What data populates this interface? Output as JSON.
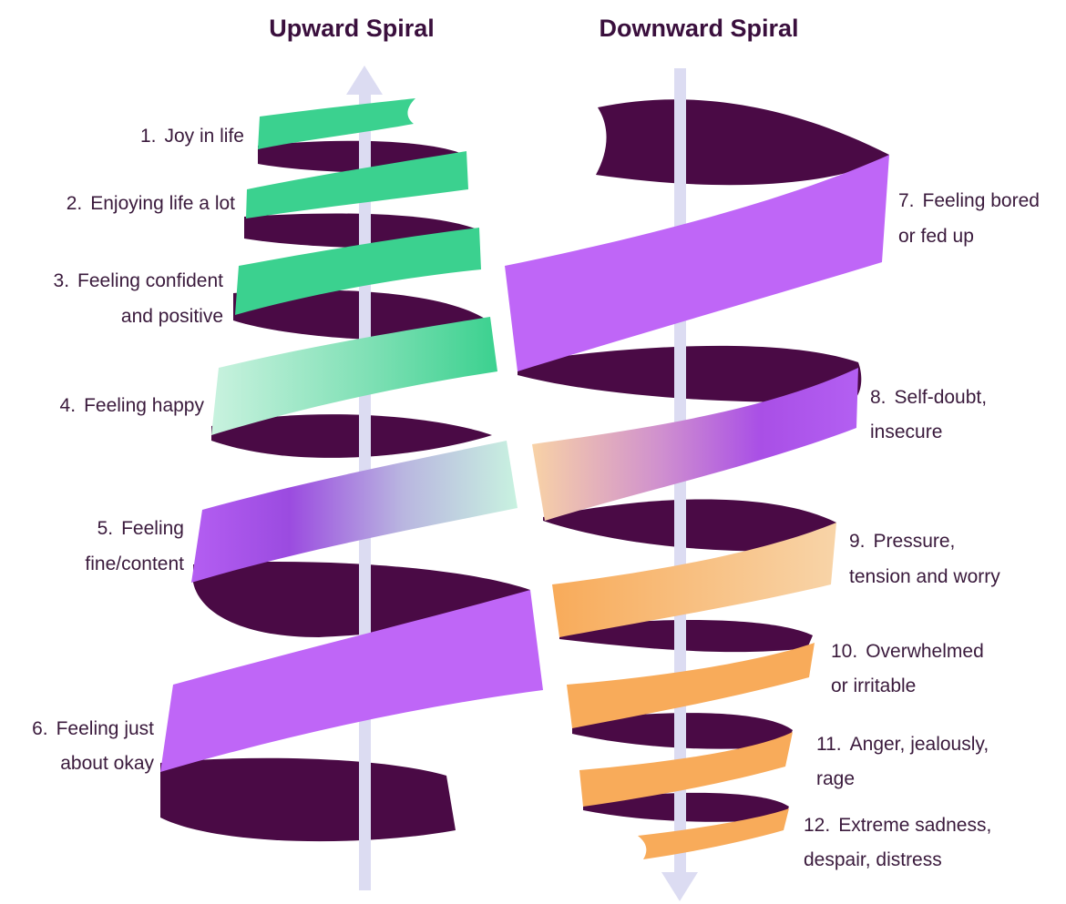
{
  "titles": {
    "upward": "Upward Spiral",
    "downward": "Downward Spiral"
  },
  "upward_levels": [
    {
      "number": "1.",
      "lines": [
        "Joy in life"
      ]
    },
    {
      "number": "2.",
      "lines": [
        "Enjoying life a lot"
      ]
    },
    {
      "number": "3.",
      "lines": [
        "Feeling confident",
        "and positive"
      ]
    },
    {
      "number": "4.",
      "lines": [
        "Feeling happy"
      ]
    },
    {
      "number": "5.",
      "lines": [
        "Feeling",
        "fine/content"
      ]
    },
    {
      "number": "6.",
      "lines": [
        "Feeling just",
        "about okay"
      ]
    }
  ],
  "downward_levels": [
    {
      "number": "7.",
      "lines": [
        "Feeling bored",
        "or fed up"
      ]
    },
    {
      "number": "8.",
      "lines": [
        "Self-doubt,",
        "insecure"
      ]
    },
    {
      "number": "9.",
      "lines": [
        "Pressure,",
        "tension and worry"
      ]
    },
    {
      "number": "10.",
      "lines": [
        "Overwhelmed",
        "or irritable"
      ]
    },
    {
      "number": "11.",
      "lines": [
        "Anger, jealously,",
        "rage"
      ]
    },
    {
      "number": "12.",
      "lines": [
        "Extreme sadness,",
        "despair, distress"
      ]
    }
  ],
  "colors": {
    "back_band": "#4a0a45",
    "green": "#3bd18f",
    "mint": "#c6f0dc",
    "purple": "#bf66f7",
    "purple_dark": "#9b4be0",
    "peach": "#f8d2a6",
    "orange": "#f8ab5a",
    "axis": "#dcdcf2",
    "text": "#3a1a3c",
    "title": "#3a0f3d"
  }
}
